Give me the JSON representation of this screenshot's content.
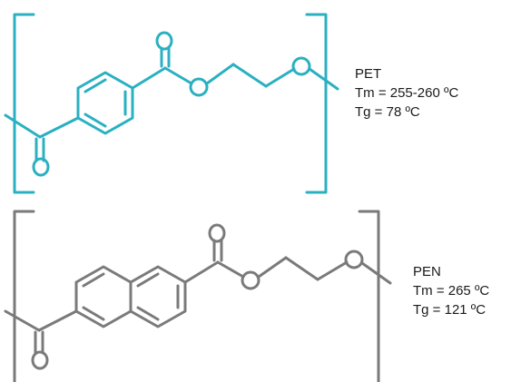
{
  "colors": {
    "pet": "#2ab0c1",
    "pen": "#7a7a7a",
    "text": "#1a1a1a",
    "background": "#ffffff"
  },
  "pet": {
    "name": "PET",
    "tm": "Tm = 255-260 ºC",
    "tg": "Tg = 78 ºC"
  },
  "pen": {
    "name": "PEN",
    "tm": "Tm = 265 ºC",
    "tg": "Tg = 121 ºC"
  }
}
